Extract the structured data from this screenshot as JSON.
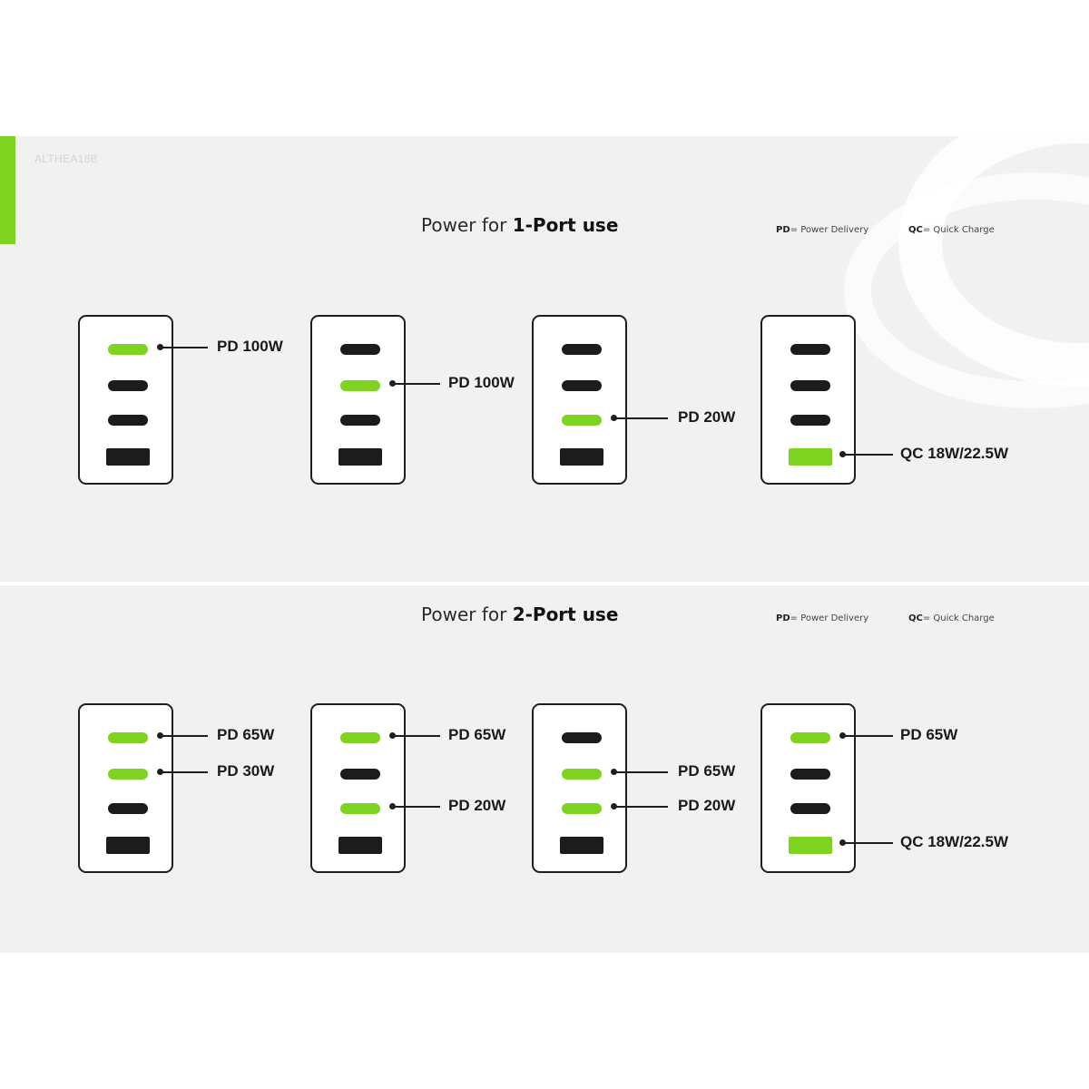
{
  "brand": {
    "product_code": "ALTHEA18B",
    "accent_color": "#7ed321",
    "port_inactive_color": "#1c1c1c"
  },
  "sections": [
    {
      "title_prefix": "Power for ",
      "title_bold": "1-Port use",
      "legend": {
        "pd_abbr": "PD",
        "pd_text": "= Power Delivery",
        "qc_abbr": "QC",
        "qc_text": "= Quick Charge"
      },
      "chargers": [
        {
          "active_ports": [
            1
          ],
          "labels": [
            {
              "port": 1,
              "text": "PD 100W"
            }
          ]
        },
        {
          "active_ports": [
            2
          ],
          "labels": [
            {
              "port": 2,
              "text": "PD 100W"
            }
          ]
        },
        {
          "active_ports": [
            3
          ],
          "labels": [
            {
              "port": 3,
              "text": "PD 20W"
            }
          ]
        },
        {
          "active_ports": [
            4
          ],
          "labels": [
            {
              "port": 4,
              "text": "QC 18W/22.5W"
            }
          ]
        }
      ]
    },
    {
      "title_prefix": "Power for ",
      "title_bold": "2-Port use",
      "legend": {
        "pd_abbr": "PD",
        "pd_text": "= Power Delivery",
        "qc_abbr": "QC",
        "qc_text": "= Quick Charge"
      },
      "chargers": [
        {
          "active_ports": [
            1,
            2
          ],
          "labels": [
            {
              "port": 1,
              "text": "PD 65W"
            },
            {
              "port": 2,
              "text": "PD 30W"
            }
          ]
        },
        {
          "active_ports": [
            1,
            3
          ],
          "labels": [
            {
              "port": 1,
              "text": "PD 65W"
            },
            {
              "port": 3,
              "text": "PD 20W"
            }
          ]
        },
        {
          "active_ports": [
            2,
            3
          ],
          "labels": [
            {
              "port": 2,
              "text": "PD 65W"
            },
            {
              "port": 3,
              "text": "PD 20W"
            }
          ]
        },
        {
          "active_ports": [
            1,
            4
          ],
          "labels": [
            {
              "port": 1,
              "text": "PD 65W"
            },
            {
              "port": 4,
              "text": "QC 18W/22.5W"
            }
          ]
        }
      ]
    }
  ]
}
